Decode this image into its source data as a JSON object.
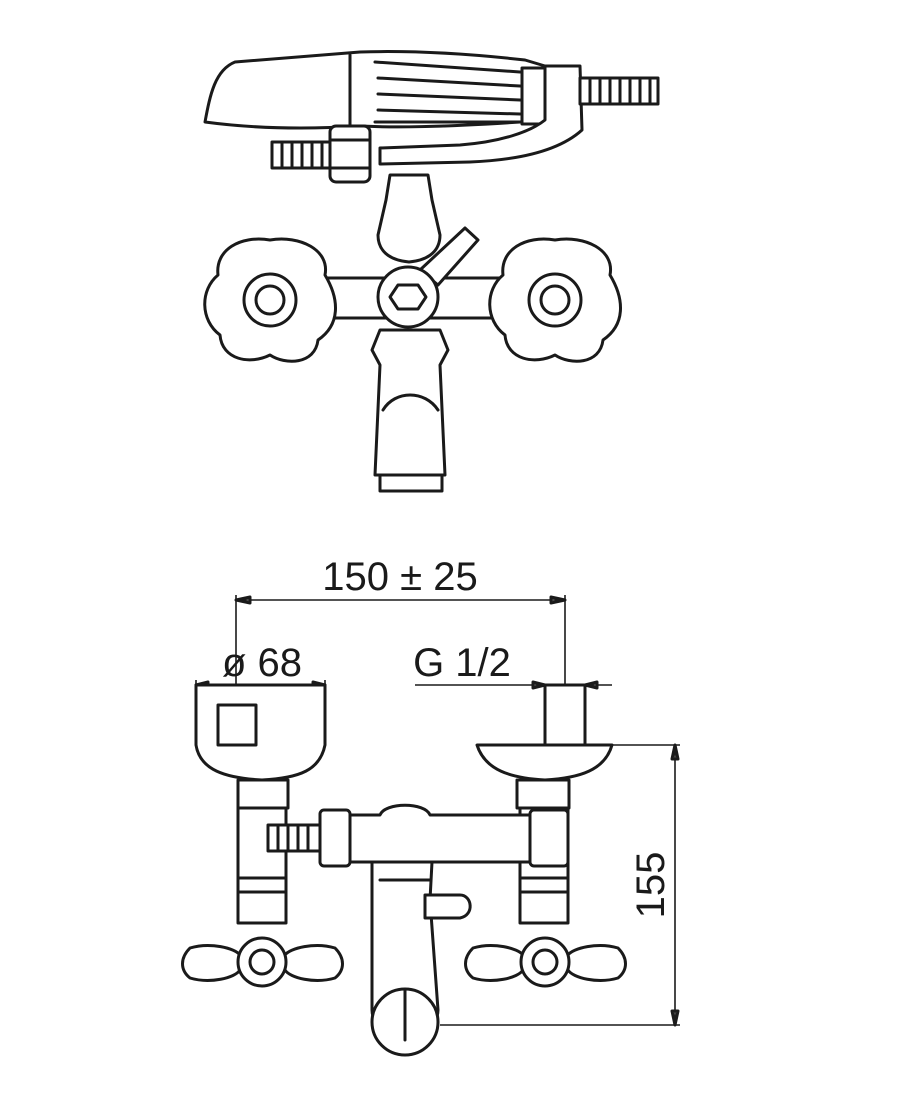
{
  "title": "Bath mixer with hand shower - technical drawing",
  "dimensions": {
    "center_distance": "150 ± 25",
    "bell_diameter": "ø 68",
    "thread": "G 1/2",
    "height": "155"
  },
  "colors": {
    "line": "#1a1a1a",
    "background": "#ffffff"
  }
}
